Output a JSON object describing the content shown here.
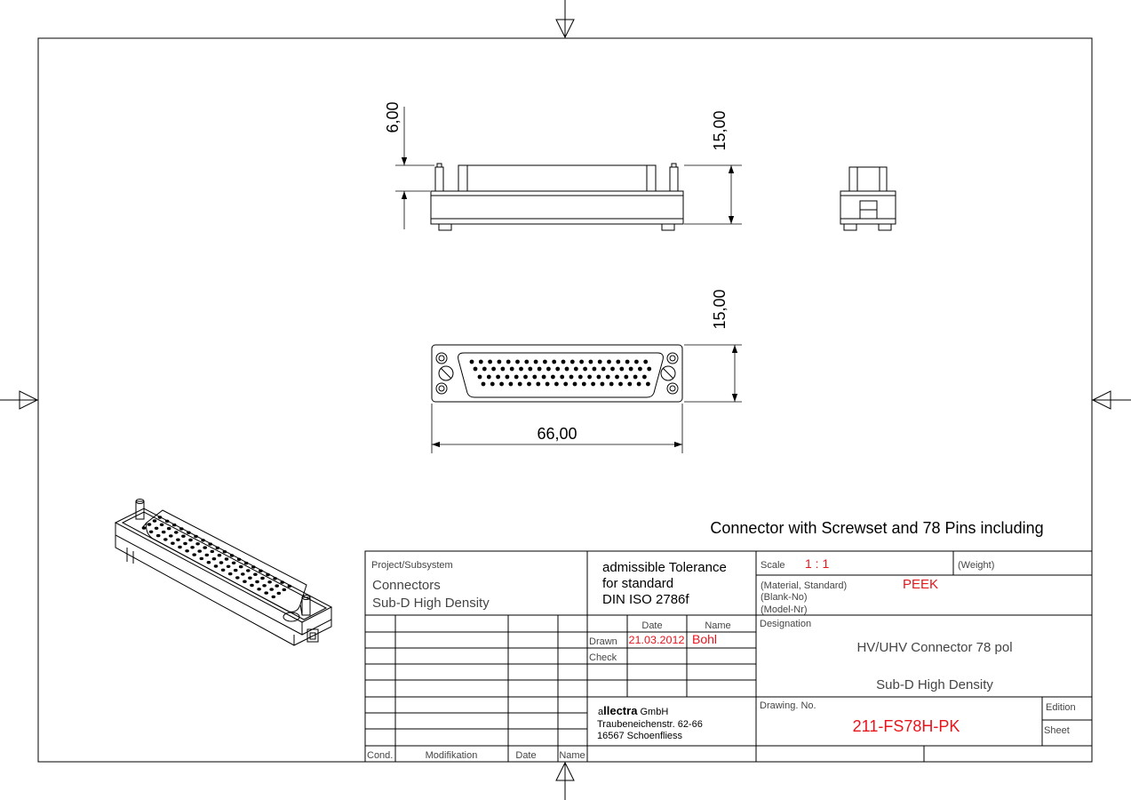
{
  "dimensions": {
    "side_pin_height": "6,00",
    "side_total_height": "15,00",
    "front_height": "15,00",
    "front_width": "66,00"
  },
  "description": "Connector with Screwset and 78 Pins including",
  "title_block": {
    "project_label": "Project/Subsystem",
    "project_line1": "Connectors",
    "project_line2": "Sub-D High Density",
    "tolerance_line1": "admissible Tolerance",
    "tolerance_line2": "for standard",
    "tolerance_line3": "DIN ISO 2786f",
    "scale_label": "Scale",
    "scale_value": "1 : 1",
    "weight_label": "(Weight)",
    "material_label": "(Material, Standard)",
    "material_value": "PEEK",
    "blank_label": "(Blank-No)",
    "model_label": "(Model-Nr)",
    "designation_label": "Designation",
    "designation_line1": "HV/UHV Connector 78 pol",
    "designation_line2": "Sub-D High Density",
    "date_header": "Date",
    "name_header": "Name",
    "drawn_label": "Drawn",
    "drawn_date": "21.03.2012",
    "drawn_name": "Bohl",
    "check_label": "Check",
    "company_prefix": "a",
    "company_bold": "llectra",
    "company_suffix": " GmbH",
    "address_line1": "Traubeneichenstr. 62-66",
    "address_line2": "16567 Schoenfliess",
    "drawing_no_label": "Drawing. No.",
    "drawing_no": "211-FS78H-PK",
    "edition_label": "Edition",
    "sheet_label": "Sheet",
    "cond_label": "Cond.",
    "modification_label": "Modifikation",
    "rev_date_label": "Date",
    "rev_name_label": "Name"
  },
  "colors": {
    "line": "#000000",
    "highlight": "#e8141c"
  }
}
